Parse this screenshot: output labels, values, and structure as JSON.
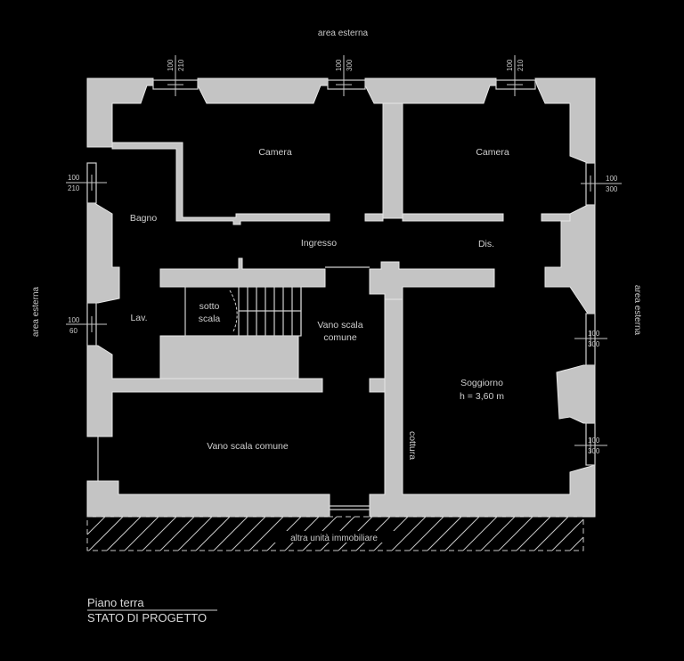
{
  "labels": {
    "top": "area esterna",
    "left": "area esterna",
    "right": "area esterna",
    "bottom": "altra unità immobiliare"
  },
  "rooms": {
    "camera_left": "Camera",
    "camera_right": "Camera",
    "bagno": "Bagno",
    "ingresso": "Ingresso",
    "dis": "Dis.",
    "lav": "Lav.",
    "sotto_scala_1": "sotto",
    "sotto_scala_2": "scala",
    "vano_scala_1": "Vano scala",
    "vano_scala_2": "comune",
    "vano_scala_comune": "Vano scala comune",
    "soggiorno": "Soggiorno",
    "soggiorno_height": "h = 3,60 m",
    "cottura": "cottura"
  },
  "windows": {
    "top": [
      {
        "width": "100",
        "height": "210"
      },
      {
        "width": "100",
        "height": "300"
      },
      {
        "width": "100",
        "height": "210"
      }
    ],
    "left": [
      {
        "width": "100",
        "height": "210"
      },
      {
        "width": "100",
        "height": "60"
      }
    ],
    "right": [
      {
        "width": "100",
        "height": "300"
      },
      {
        "width": "100",
        "height": "300"
      },
      {
        "width": "100",
        "height": "300"
      }
    ]
  },
  "caption": {
    "title": "Piano terra",
    "subtitle": "STATO DI PROGETTO"
  },
  "colors": {
    "background": "#000000",
    "wall": "#c4c4c4"
  }
}
